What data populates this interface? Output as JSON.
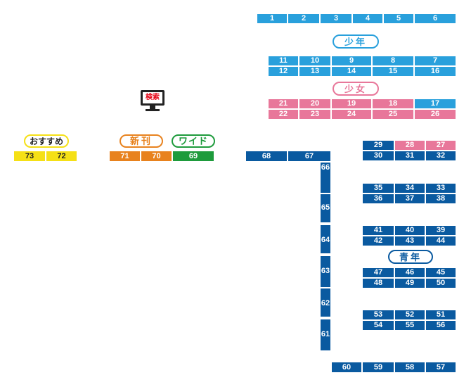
{
  "colors": {
    "light_blue": "#29a0dc",
    "pink": "#e8779a",
    "dark_blue": "#0a5aa0",
    "orange": "#e8821e",
    "green": "#1e9b3c",
    "yellow": "#f5e016",
    "search_red": "#e60012"
  },
  "labels": {
    "shonen": "少年",
    "shojo": "少女",
    "seinen": "青年",
    "osusume": "おすすめ",
    "shinkan": "新刊",
    "wide": "ワイド",
    "search": "検索"
  },
  "shelves": {
    "s1": "1",
    "s2": "2",
    "s3": "3",
    "s4": "4",
    "s5": "5",
    "s6": "6",
    "s7": "7",
    "s8": "8",
    "s9": "9",
    "s10": "10",
    "s11": "11",
    "s12": "12",
    "s13": "13",
    "s14": "14",
    "s15": "15",
    "s16": "16",
    "s17": "17",
    "s18": "18",
    "s19": "19",
    "s20": "20",
    "s21": "21",
    "s22": "22",
    "s23": "23",
    "s24": "24",
    "s25": "25",
    "s26": "26",
    "s27": "27",
    "s28": "28",
    "s29": "29",
    "s30": "30",
    "s31": "31",
    "s32": "32",
    "s33": "33",
    "s34": "34",
    "s35": "35",
    "s36": "36",
    "s37": "37",
    "s38": "38",
    "s39": "39",
    "s40": "40",
    "s41": "41",
    "s42": "42",
    "s43": "43",
    "s44": "44",
    "s45": "45",
    "s46": "46",
    "s47": "47",
    "s48": "48",
    "s49": "49",
    "s50": "50",
    "s51": "51",
    "s52": "52",
    "s53": "53",
    "s54": "54",
    "s55": "55",
    "s56": "56",
    "s57": "57",
    "s58": "58",
    "s59": "59",
    "s60": "60",
    "s61": "61",
    "s62": "62",
    "s63": "63",
    "s64": "64",
    "s65": "65",
    "s66": "66",
    "s67": "67",
    "s68": "68",
    "s69": "69",
    "s70": "70",
    "s71": "71",
    "s72": "72",
    "s73": "73"
  }
}
